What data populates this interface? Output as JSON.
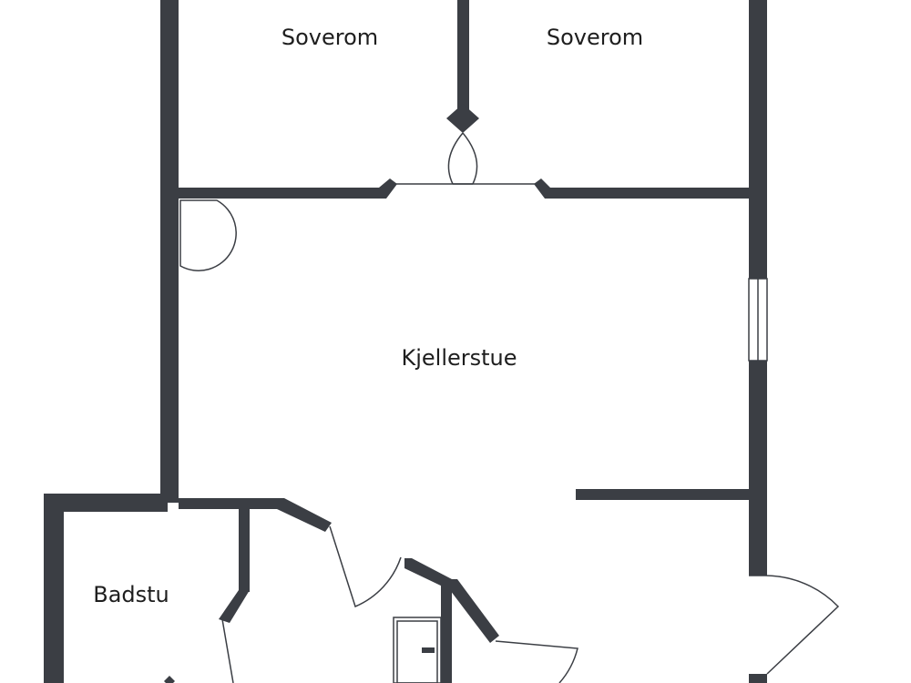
{
  "colors": {
    "wall": "#3b3e44",
    "line": "#3b3e44",
    "background": "#ffffff",
    "text": "#1e1e1e"
  },
  "rooms": {
    "bedroom_left": "Soverom",
    "bedroom_right": "Soverom",
    "living_room": "Kjellerstue",
    "sauna": "Badstu"
  }
}
